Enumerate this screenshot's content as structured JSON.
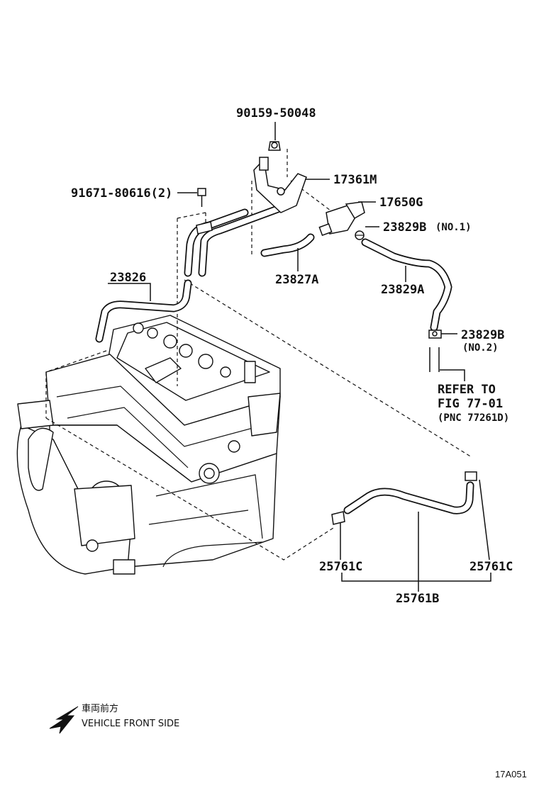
{
  "parts": {
    "p90159": "90159-50048",
    "p17361m": "17361M",
    "p91671": "91671-80616(2)",
    "p17650g": "17650G",
    "p23829b_no1": "23829B",
    "p23829b_no1_note": "(NO.1)",
    "p23827a": "23827A",
    "p23826": "23826",
    "p23829a": "23829A",
    "p23829b_no2": "23829B",
    "p23829b_no2_note": "(NO.2)",
    "p25761c_left": "25761C",
    "p25761c_right": "25761C",
    "p25761b": "25761B"
  },
  "refer": {
    "line1": "REFER TO",
    "line2": "FIG 77-01",
    "line3": "(PNC 77261D)"
  },
  "orientation": {
    "japanese": "車両前方",
    "english": "VEHICLE FRONT SIDE",
    "icon": "arrow-down-left-icon"
  },
  "figure_code": "17A051"
}
